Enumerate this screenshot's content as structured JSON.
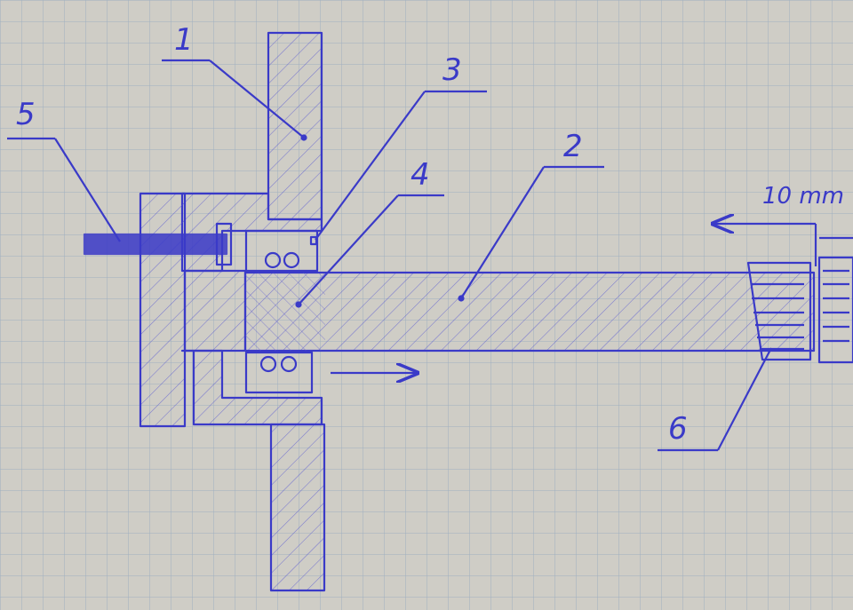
{
  "labels": {
    "part_1": "1",
    "part_2": "2",
    "part_3": "3",
    "part_4": "4",
    "part_5": "5",
    "part_6": "6"
  },
  "dimension": {
    "text": "10 mm"
  },
  "colors": {
    "paper": "#cfcdc6",
    "grid": "#9fb0c0",
    "ink": "#3a3ac8"
  }
}
